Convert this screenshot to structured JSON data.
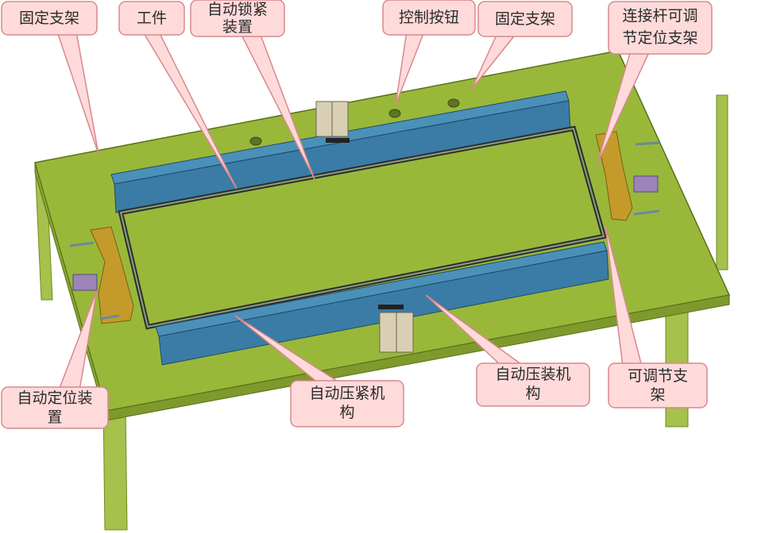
{
  "colors": {
    "table_top": "#99b83a",
    "table_edge": "#6f8a22",
    "table_leg": "#a6c14c",
    "beam": "#3a7ca6",
    "beam_dark": "#2a5c7e",
    "bracket": "#c49b2a",
    "callout_fill": "#ffdada",
    "callout_stroke": "#d9888c",
    "clamp": "#d9cfb3",
    "purple": "#9a84b8"
  },
  "labels": {
    "fixed_bracket_left": "固定支架",
    "workpiece": "工件",
    "auto_lock_l1": "自动锁紧",
    "auto_lock_l2": "装置",
    "control_button": "控制按钮",
    "fixed_bracket_right": "固定支架",
    "link_bracket_l1": "连接杆可调",
    "link_bracket_l2": "节定位支架",
    "auto_position_l1": "自动定位装",
    "auto_position_l2": "置",
    "auto_press_l1": "自动压紧机",
    "auto_press_l2": "构",
    "auto_assembly_l1": "自动压装机",
    "auto_assembly_l2": "构",
    "adjustable_l1": "可调节支",
    "adjustable_l2": "架"
  }
}
